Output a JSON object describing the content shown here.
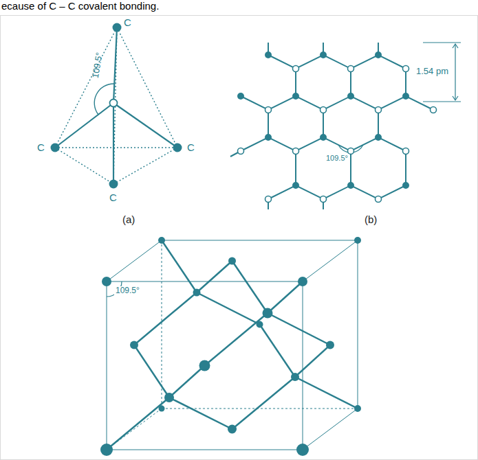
{
  "diagram": {
    "labels": [
      "ecause of C – C covalent bonding.",
      "C",
      "109.5°",
      "C",
      "C",
      "C",
      "(a)",
      "1.54 pm",
      "109.5°",
      "(b)",
      "109.5°"
    ]
  }
}
